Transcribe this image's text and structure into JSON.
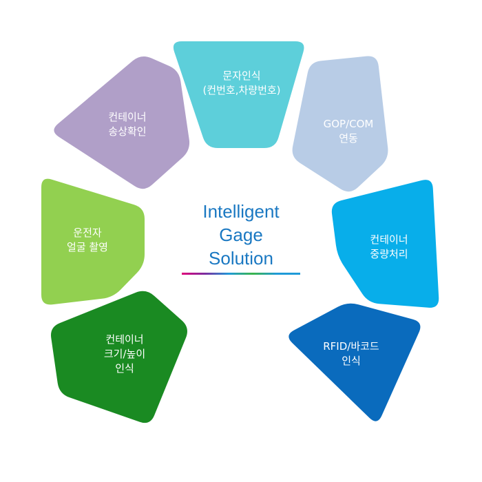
{
  "center": {
    "lines": [
      "Intelligent",
      "Gage",
      "Solution"
    ]
  },
  "segments": [
    {
      "id": "ocr",
      "lines": [
        "문자인식",
        "(컨번호,차량번호)"
      ],
      "color": "#5dcfda"
    },
    {
      "id": "gop",
      "lines": [
        "GOP/COM",
        "연동"
      ],
      "color": "#b8cce6"
    },
    {
      "id": "weight",
      "lines": [
        "컨테이너",
        "중량처리"
      ],
      "color": "#08aeea"
    },
    {
      "id": "rfid",
      "lines": [
        "RFID/바코드",
        "인식"
      ],
      "color": "#0a6bbd"
    },
    {
      "id": "size",
      "lines": [
        "컨테이너",
        "크기/높이",
        "인식"
      ],
      "color": "#1a8a22"
    },
    {
      "id": "driver",
      "lines": [
        "운전자",
        "얼굴 촬영"
      ],
      "color": "#92d050"
    },
    {
      "id": "damage",
      "lines": [
        "컨테이너",
        "송상확인"
      ],
      "color": "#b09fc8"
    }
  ],
  "underline_colors": [
    "#e0007a",
    "#7a2ea0",
    "#1f9ad8",
    "#3bb54a",
    "#1f9ad8",
    "#1f9ad8"
  ]
}
